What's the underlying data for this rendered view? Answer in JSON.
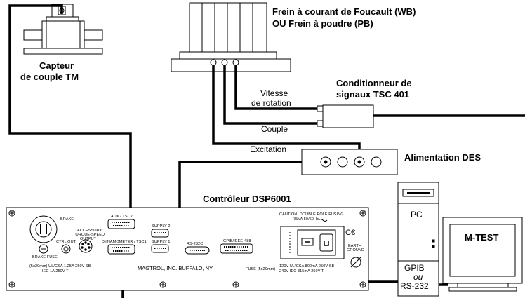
{
  "labels": {
    "brake_title_1": "Frein à courant de Foucault (WB)",
    "brake_title_2": "OU Frein à poudre (PB)",
    "torque_sensor_1": "Capteur",
    "torque_sensor_2": "de couple TM",
    "conditioner_1": "Conditionneur de",
    "conditioner_2": "signaux TSC 401",
    "speed_1": "Vitesse",
    "speed_2": "de rotation",
    "torque": "Couple",
    "excitation": "Excitation",
    "power_supply": "Alimentation DES",
    "controller": "Contrôleur DSP6001",
    "pc": "PC",
    "mtest": "M-TEST",
    "gpib": "GPIB",
    "ou": "ou",
    "rs232": "RS-232"
  },
  "panel": {
    "brake": "BRAKE",
    "accessory_1": "ACCESSORY",
    "accessory_2": "TORQUE-SPEED",
    "accessory_3": "OUTPUT",
    "aux": "AUX / TSC2",
    "supply2": "SUPPLY 2",
    "supply1": "SUPPLY 1",
    "dynamometer": "DYNAMOMETER / TSC1",
    "ctrl_out": "CTRL OUT",
    "brake_fuse": "BRAKE FUSE",
    "rs232c": "RS-232C",
    "gpib_ieee": "GPIB/IEEE-488",
    "caution_1": "CAUTION:  DOUBLE POLE FUSING",
    "caution_2": "75VA  50/60Hz",
    "earth_1": "EARTH",
    "earth_2": "GROUND",
    "fuse_left_1": "(5x20mm)  UL/CSA   1.25A  250V  SB",
    "fuse_left_2": "IEC   1A   250V   T",
    "maker": "MAGTROL, INC.   BUFFALO, NY",
    "fuse_right_label": "FUSE  (5x20mm)",
    "fuse_right_1": "120V   UL/CSA   800mA   250V   SB",
    "fuse_right_2": "240V   IEC   315mA  250V   T",
    "ce_mark": "C€"
  }
}
